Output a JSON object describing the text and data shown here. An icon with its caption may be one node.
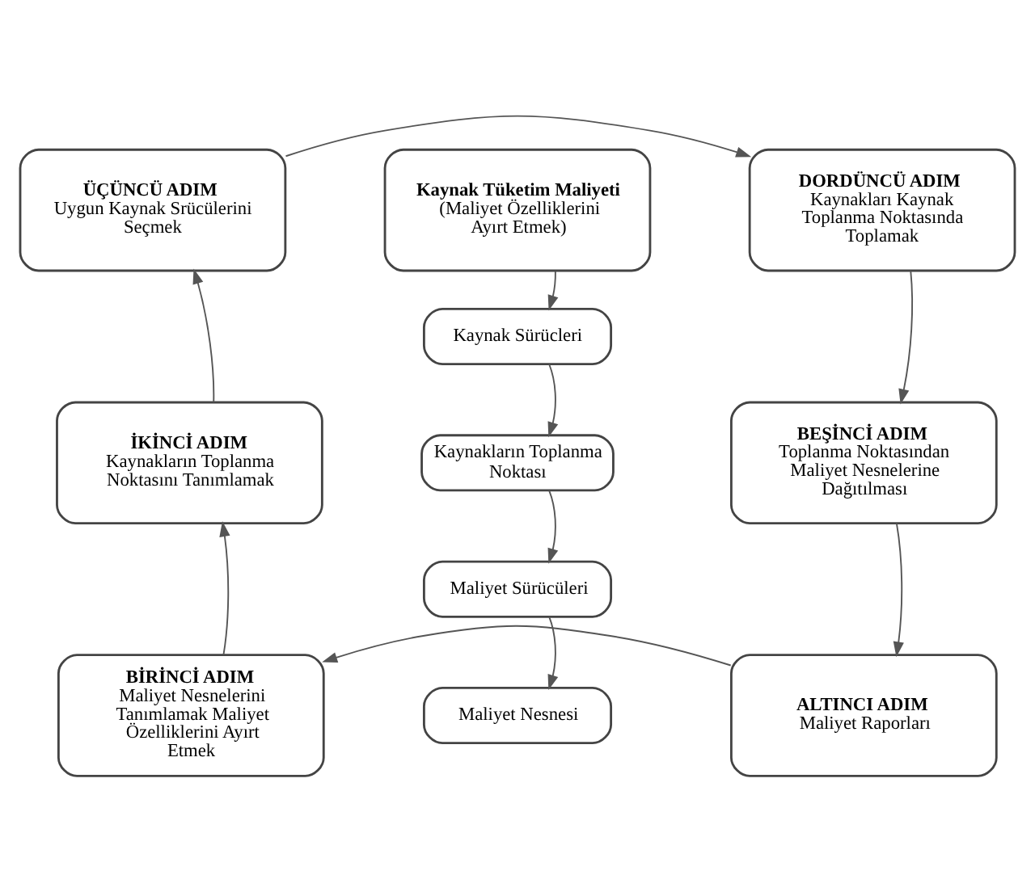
{
  "diagram": {
    "nodes": [
      {
        "text": [
          "ÜÇÜNCÜ ADIM",
          "Uygun Kaynak Srücülerini Seçmek"
        ]
      },
      {
        "text": [
          "Kaynak Tüketim Maliyeti",
          "(Maliyet Özelliklerini Ayırt Etmek)"
        ]
      },
      {
        "text": [
          "DORDÜNCÜ ADIM",
          "Kaynakları Kaynak Toplanma Noktasında Toplamak"
        ]
      },
      {
        "text": [
          "Kaynak Sürücleri"
        ]
      },
      {
        "text": [
          "İKİNCİ ADIM",
          "Kaynakların Toplanma Noktasını Tanımlamak"
        ]
      },
      {
        "text": [
          "Kaynakların Toplanma Noktası"
        ]
      },
      {
        "text": [
          "BEŞİNCİ ADIM",
          "Toplanma Noktasından Maliyet Nesnelerine Dağıtılması"
        ]
      },
      {
        "text": [
          "Maliyet Sürücüleri"
        ]
      },
      {
        "text": [
          "BİRİNCİ ADIM",
          "Maliyet Nesnelerini Tanımlamak Maliyet Özelliklerini Ayırt Etmek"
        ]
      },
      {
        "text": [
          "Maliyet Nesnesi"
        ]
      },
      {
        "text": [
          "ALTINCI ADIM",
          "Maliyet Raporları"
        ]
      }
    ],
    "edges": [
      {
        "from": 8,
        "to": 4,
        "arrow": "to"
      },
      {
        "from": 4,
        "to": 0,
        "arrow": "to"
      },
      {
        "from": 0,
        "to": 2,
        "arrow": "to"
      },
      {
        "from": 1,
        "to": 3,
        "arrow": "to"
      },
      {
        "from": 3,
        "to": 5,
        "arrow": "to"
      },
      {
        "from": 5,
        "to": 7,
        "arrow": "to"
      },
      {
        "from": 7,
        "to": 9,
        "arrow": "to"
      },
      {
        "from": 2,
        "to": 6,
        "arrow": "to"
      },
      {
        "from": 6,
        "to": 10,
        "arrow": "to"
      },
      {
        "from": 10,
        "to": 8,
        "arrow": "to"
      }
    ]
  }
}
